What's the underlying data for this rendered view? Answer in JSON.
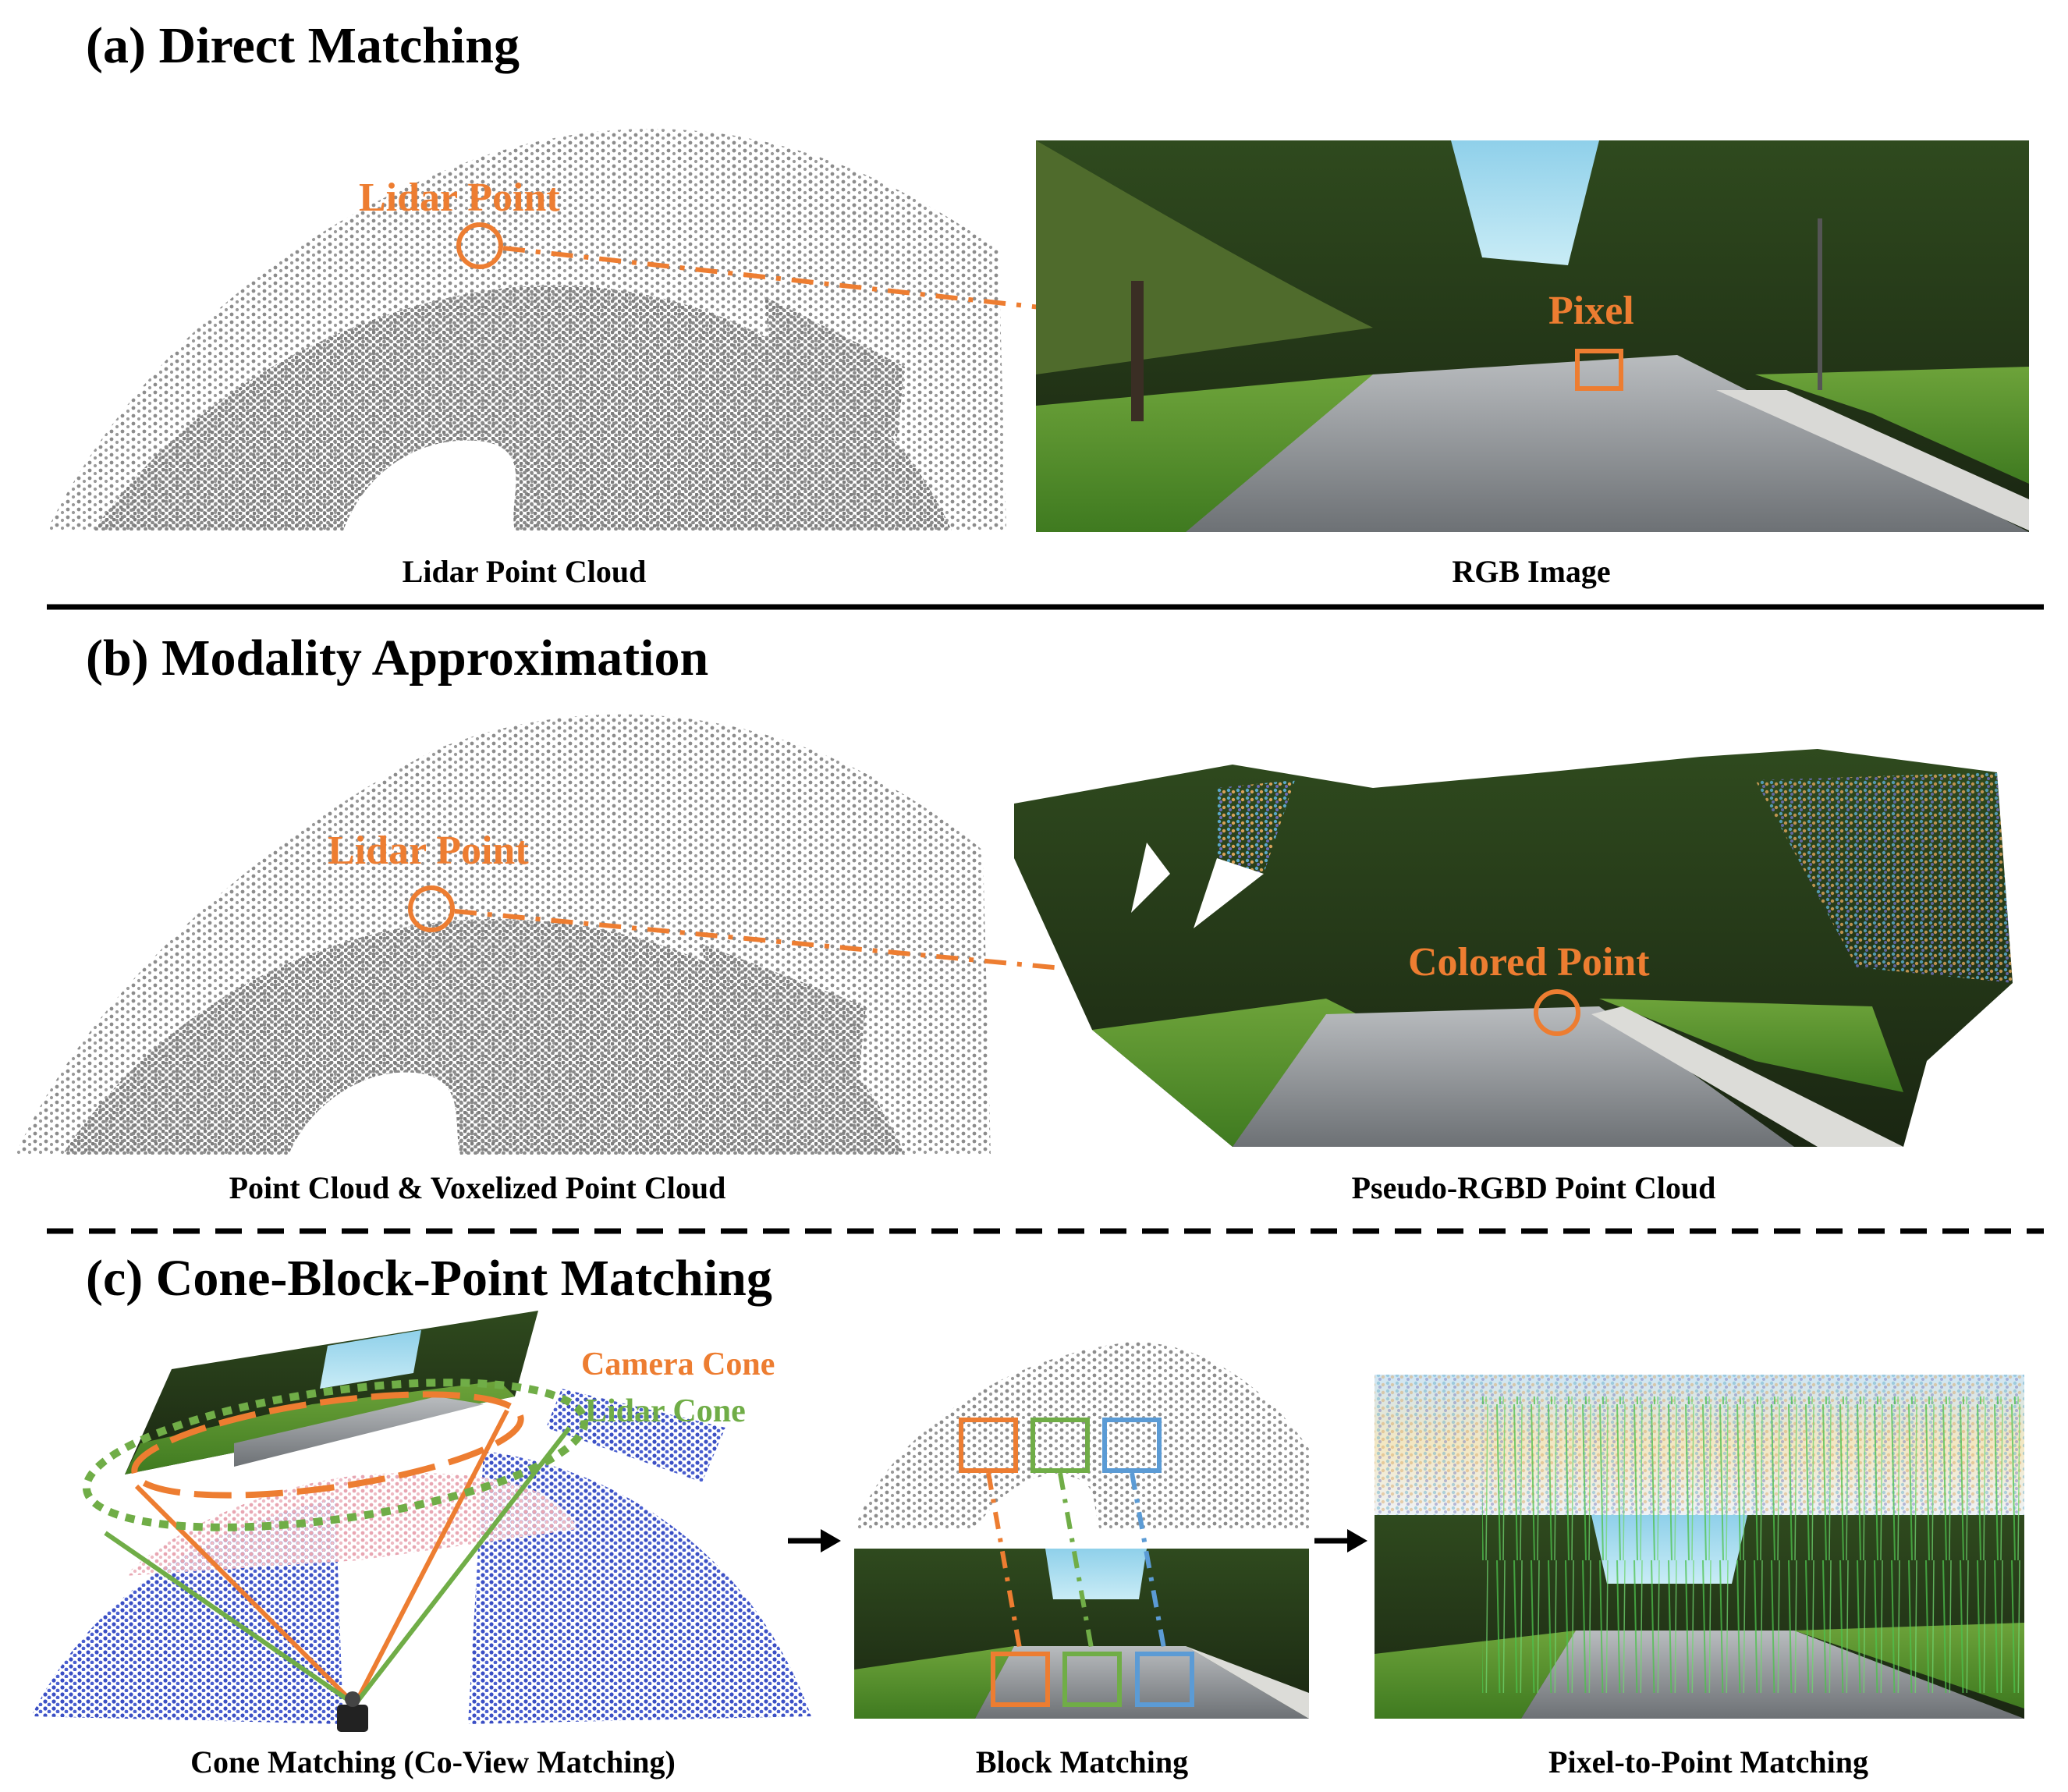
{
  "sections": {
    "a": {
      "title": "(a) Direct Matching",
      "lidar_label": "Lidar Point",
      "pixel_label": "Pixel",
      "left_caption": "Lidar Point Cloud",
      "right_caption": "RGB Image"
    },
    "b": {
      "title": "(b) Modality Approximation",
      "lidar_label": "Lidar Point",
      "colored_label": "Colored Point",
      "left_caption": "Point Cloud & Voxelized Point Cloud",
      "right_caption": "Pseudo-RGBD Point Cloud"
    },
    "c": {
      "title": "(c) Cone-Block-Point Matching",
      "camera_cone_label": "Camera Cone",
      "lidar_cone_label": "Lidar Cone",
      "cone_caption": "Cone Matching (Co-View Matching)",
      "block_caption": "Block Matching",
      "pixel_point_caption": "Pixel-to-Point Matching"
    }
  },
  "colors": {
    "orange": "#ed7d31",
    "green": "#70ad47",
    "blue": "#5b9bd5",
    "lidar_gray": "#8c8c8c",
    "lidar_blue": "#3b4fc4",
    "lidar_pink": "#e8a6b2"
  }
}
